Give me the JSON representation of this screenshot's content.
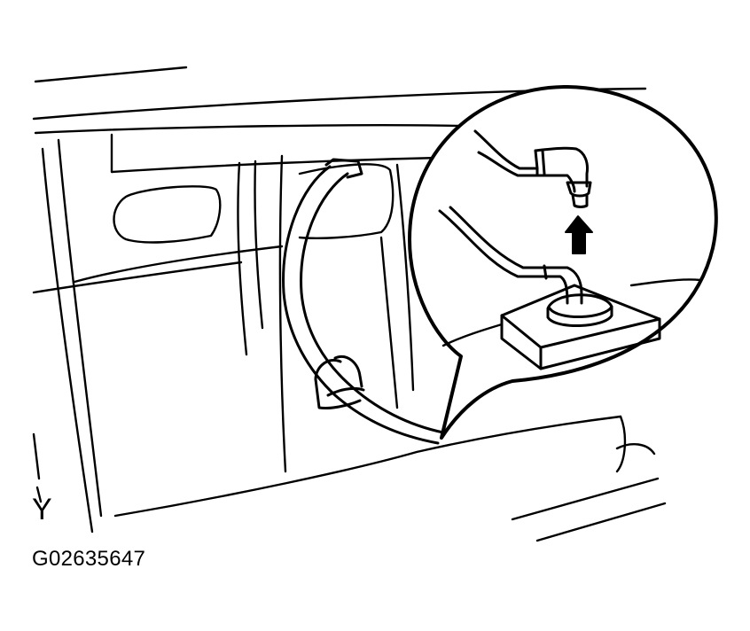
{
  "figure": {
    "view_letter": "Y",
    "code": "G02635647"
  },
  "icons": {
    "illustration": "hose-disconnect-illustration",
    "arrow": "arrow-up-icon"
  },
  "colors": {
    "line": "#000000",
    "background": "#ffffff"
  }
}
